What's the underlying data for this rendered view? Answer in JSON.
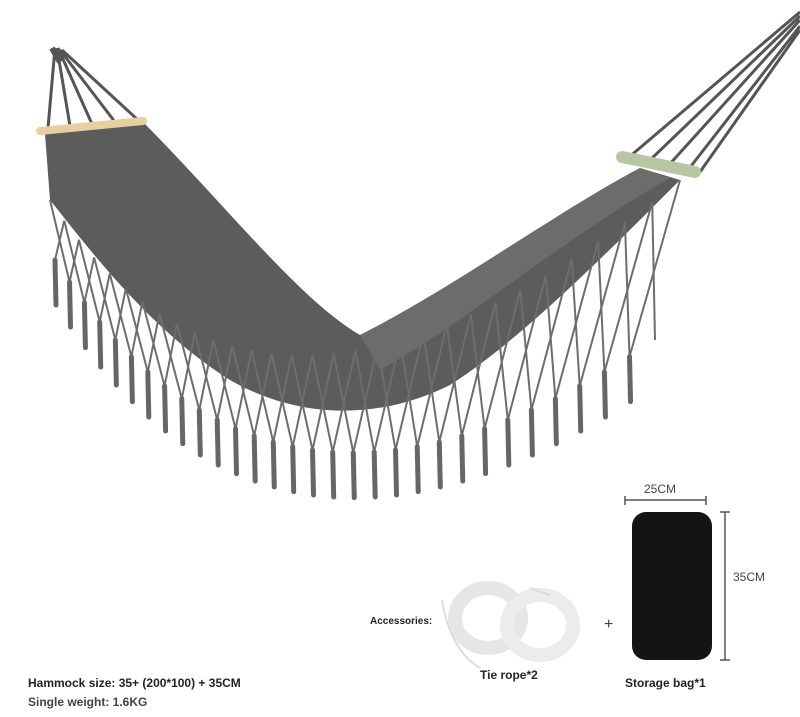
{
  "product": {
    "fabric_color": "#5b5c5b",
    "bar_color_left": "#e7cfa0",
    "bar_color_right": "#b8c7a2",
    "bag_color": "#141414"
  },
  "dimensions": {
    "bag_width": "25CM",
    "bag_height": "35CM"
  },
  "accessories": {
    "label": "Accessories:",
    "plus": "+",
    "tie_rope": "Tie rope*2",
    "storage_bag": "Storage bag*1"
  },
  "specs": {
    "size": "Hammock size: 35+ (200*100) + 35CM",
    "weight": "Single weight: 1.6KG"
  }
}
